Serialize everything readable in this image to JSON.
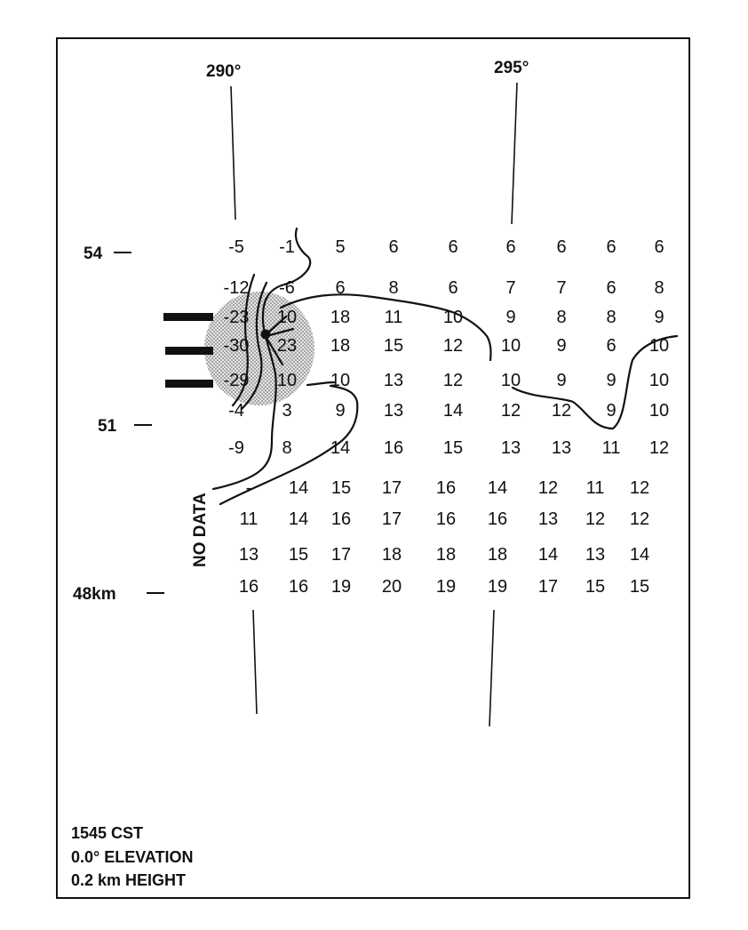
{
  "azimuth_labels": [
    "290°",
    "295°"
  ],
  "range_labels": [
    "54",
    "51",
    "48km"
  ],
  "no_data_label": "NO DATA",
  "grid": [
    [
      "-5",
      "-1",
      "5",
      "6",
      "6",
      "6",
      "6",
      "6",
      "6"
    ],
    [
      "-12",
      "-6",
      "6",
      "8",
      "6",
      "7",
      "7",
      "6",
      "8"
    ],
    [
      "-23",
      "10",
      "18",
      "11",
      "10",
      "9",
      "8",
      "8",
      "9"
    ],
    [
      "-30",
      "23",
      "18",
      "15",
      "12",
      "10",
      "9",
      "6",
      "10"
    ],
    [
      "-29",
      "10",
      "10",
      "13",
      "12",
      "10",
      "9",
      "9",
      "10"
    ],
    [
      "-4",
      "3",
      "9",
      "13",
      "14",
      "12",
      "12",
      "9",
      "10"
    ],
    [
      "-9",
      "8",
      "14",
      "16",
      "15",
      "13",
      "13",
      "11",
      "12"
    ],
    [
      "",
      "-",
      "14",
      "15",
      "17",
      "16",
      "14",
      "12",
      "11",
      "12"
    ],
    [
      "",
      "11",
      "14",
      "16",
      "17",
      "16",
      "16",
      "13",
      "12",
      "12"
    ],
    [
      "",
      "13",
      "15",
      "17",
      "18",
      "18",
      "18",
      "14",
      "13",
      "14"
    ],
    [
      "",
      "16",
      "16",
      "19",
      "20",
      "19",
      "19",
      "17",
      "15",
      "15"
    ]
  ],
  "footer": {
    "time": "1545 CST",
    "elevation": "0.0° ELEVATION",
    "height": "0.2 km  HEIGHT"
  }
}
